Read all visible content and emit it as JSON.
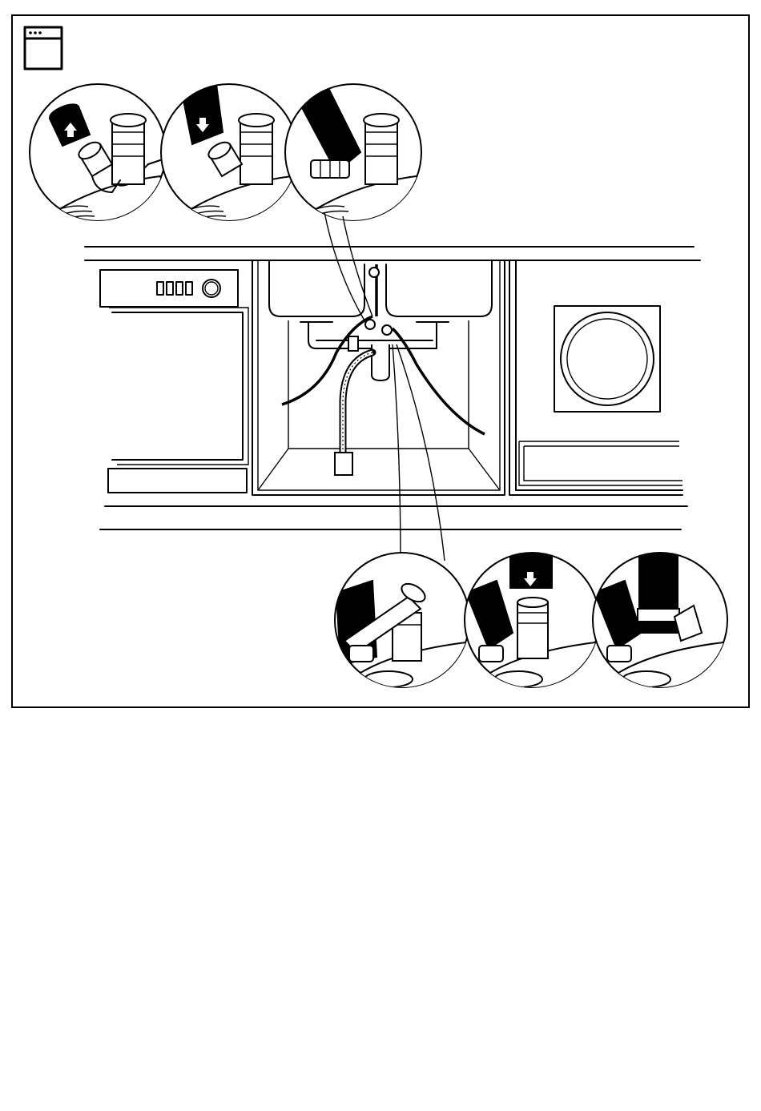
{
  "icons": {
    "appliance_symbol": "dishwasher-symbol-icon",
    "arrow_up": "arrow-up-icon",
    "arrow_down": "arrow-down-icon"
  },
  "colors": {
    "line": "#000000",
    "background": "#ffffff"
  },
  "dishwasher_panel": {
    "buttons": 4
  },
  "detail_steps": {
    "top": [
      "remove-cap",
      "push-on-hose",
      "tighten-clamp"
    ],
    "bottom": [
      "cut-nozzle",
      "push-on-hose",
      "tighten-clamp"
    ]
  }
}
